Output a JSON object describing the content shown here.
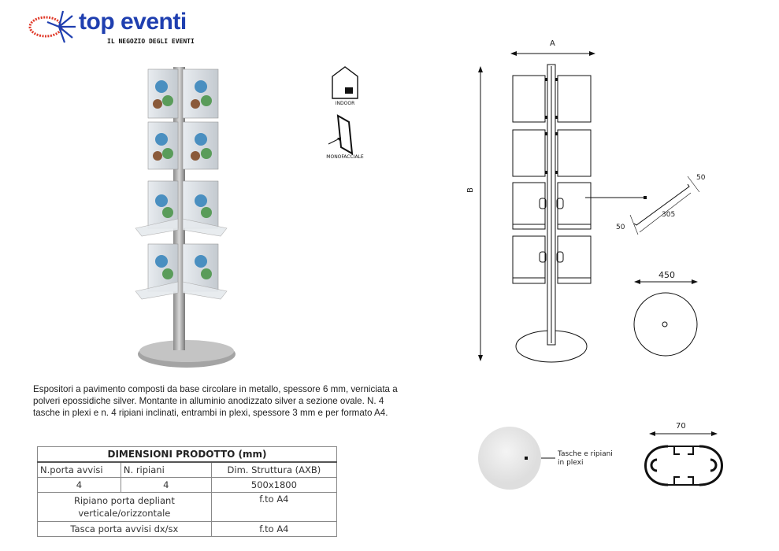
{
  "brand": {
    "name": "top eventi",
    "tagline": "IL NEGOZIO DEGLI EVENTI",
    "color": "#1f3fb0",
    "accent": "#e03a2a"
  },
  "badges": {
    "indoor": "INDOOR",
    "single_sided": "MONOFACCIALE"
  },
  "drawing": {
    "width_label": "A",
    "height_label": "B",
    "shelf_dim_top": "50",
    "shelf_dim_length": "305",
    "shelf_dim_bottom": "50",
    "base_diameter": "450",
    "profile_width": "70",
    "material_note_line1": "Tasche e ripiani",
    "material_note_line2": "in plexi"
  },
  "description": "Espositori a pavimento composti da base circolare in metallo, spessore 6 mm, verniciata a polveri epossidiche silver. Montante in alluminio anodizzato silver a sezione ovale. N. 4 tasche in plexi e n. 4 ripiani inclinati, entrambi in plexi, spessore 3 mm e per formato A4.",
  "table": {
    "title": "DIMENSIONI PRODOTTO (mm)",
    "headers": [
      "N.porta avvisi",
      "N. ripiani",
      "Dim. Struttura (AXB)"
    ],
    "values": [
      "4",
      "4",
      "500x1800"
    ],
    "rows": [
      {
        "label": "Ripiano porta depliant verticale/orizzontale",
        "value": "f.to A4"
      },
      {
        "label": "Tasca porta avvisi dx/sx",
        "value": "f.to A4"
      }
    ]
  }
}
